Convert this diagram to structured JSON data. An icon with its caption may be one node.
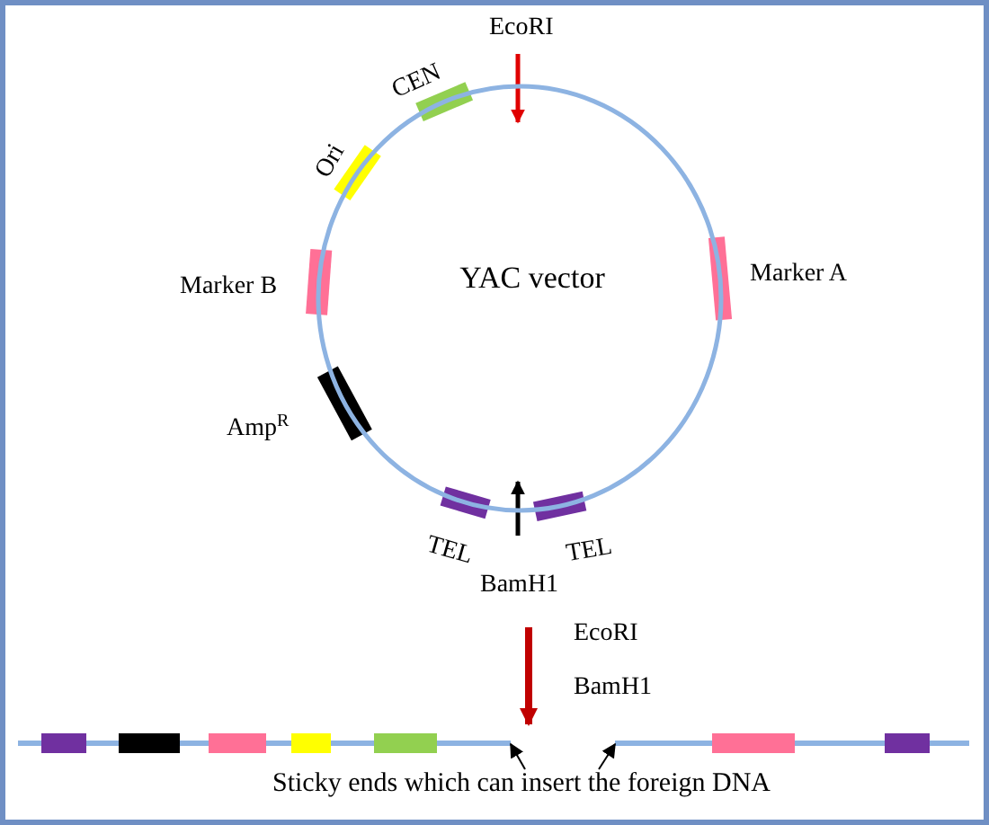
{
  "diagram": {
    "nodes": [
      {
        "text": [
          "YAC vector"
        ]
      },
      {
        "text": [],
        "shape": "bar"
      },
      {
        "text": [],
        "shape": "bar"
      },
      {
        "text": [
          "Sticky ends which can insert the foreign DNA"
        ]
      }
    ],
    "edges": [
      {
        "from": 3,
        "to": 1,
        "arrow": "to"
      },
      {
        "from": 3,
        "to": 2,
        "arrow": "to"
      }
    ],
    "labels": [
      "EcoRI",
      "CEN",
      "Ori",
      "Marker B",
      "Marker A",
      "Amp$^{R}$",
      "TEL",
      "TEL",
      "BamH1",
      "EcoRI",
      "BamH1"
    ]
  }
}
